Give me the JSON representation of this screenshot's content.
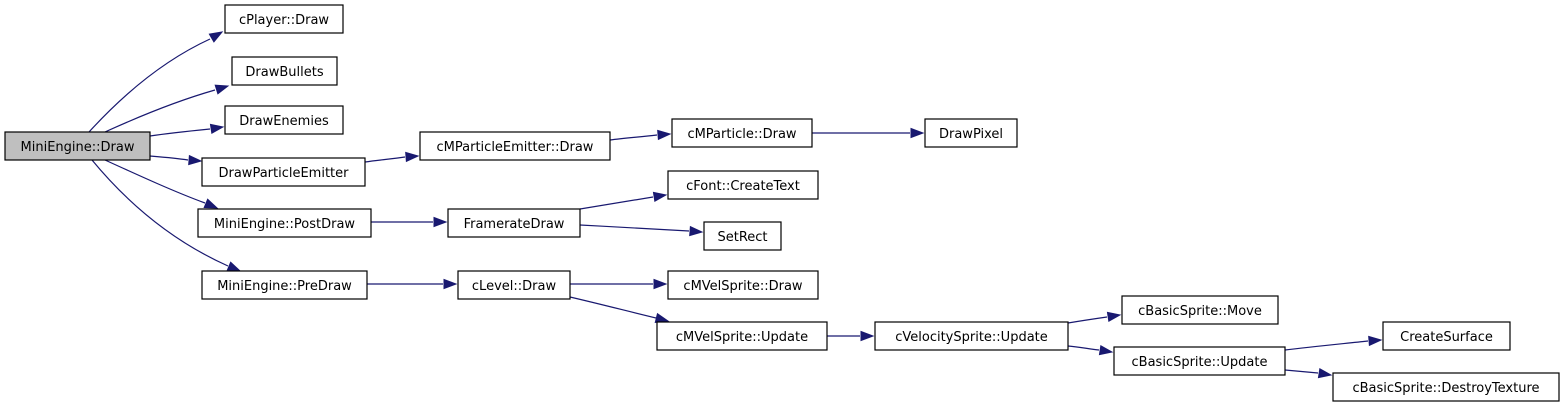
{
  "graph": {
    "edge_color": "#191970",
    "root_fill": "#bfbfbf",
    "nodes": [
      {
        "id": "miniengine-draw",
        "label": "MiniEngine::Draw",
        "root": true
      },
      {
        "id": "cplayer-draw",
        "label": "cPlayer::Draw"
      },
      {
        "id": "drawbullets",
        "label": "DrawBullets"
      },
      {
        "id": "drawenemies",
        "label": "DrawEnemies"
      },
      {
        "id": "drawparticleemitter",
        "label": "DrawParticleEmitter"
      },
      {
        "id": "miniengine-postdraw",
        "label": "MiniEngine::PostDraw"
      },
      {
        "id": "miniengine-predraw",
        "label": "MiniEngine::PreDraw"
      },
      {
        "id": "cmparticleemitter-draw",
        "label": "cMParticleEmitter::Draw"
      },
      {
        "id": "frameratedraw",
        "label": "FramerateDraw"
      },
      {
        "id": "clevel-draw",
        "label": "cLevel::Draw"
      },
      {
        "id": "cmparticle-draw",
        "label": "cMParticle::Draw"
      },
      {
        "id": "drawpixel",
        "label": "DrawPixel"
      },
      {
        "id": "cfont-createtext",
        "label": "cFont::CreateText"
      },
      {
        "id": "setrect",
        "label": "SetRect"
      },
      {
        "id": "cmvelsprite-draw",
        "label": "cMVelSprite::Draw"
      },
      {
        "id": "cmvelsprite-update",
        "label": "cMVelSprite::Update"
      },
      {
        "id": "cvelocitysprite-update",
        "label": "cVelocitySprite::Update"
      },
      {
        "id": "cbasicsprite-move",
        "label": "cBasicSprite::Move"
      },
      {
        "id": "cbasicsprite-update",
        "label": "cBasicSprite::Update"
      },
      {
        "id": "createsurface",
        "label": "CreateSurface"
      },
      {
        "id": "cbasicsprite-destroytexture",
        "label": "cBasicSprite::DestroyTexture"
      }
    ],
    "edges": [
      {
        "from": "miniengine-draw",
        "to": "cplayer-draw"
      },
      {
        "from": "miniengine-draw",
        "to": "drawbullets"
      },
      {
        "from": "miniengine-draw",
        "to": "drawenemies"
      },
      {
        "from": "miniengine-draw",
        "to": "drawparticleemitter"
      },
      {
        "from": "miniengine-draw",
        "to": "miniengine-postdraw"
      },
      {
        "from": "miniengine-draw",
        "to": "miniengine-predraw"
      },
      {
        "from": "drawparticleemitter",
        "to": "cmparticleemitter-draw"
      },
      {
        "from": "cmparticleemitter-draw",
        "to": "cmparticle-draw"
      },
      {
        "from": "cmparticle-draw",
        "to": "drawpixel"
      },
      {
        "from": "miniengine-postdraw",
        "to": "frameratedraw"
      },
      {
        "from": "frameratedraw",
        "to": "cfont-createtext"
      },
      {
        "from": "frameratedraw",
        "to": "setrect"
      },
      {
        "from": "miniengine-predraw",
        "to": "clevel-draw"
      },
      {
        "from": "clevel-draw",
        "to": "cmvelsprite-draw"
      },
      {
        "from": "clevel-draw",
        "to": "cmvelsprite-update"
      },
      {
        "from": "cmvelsprite-update",
        "to": "cvelocitysprite-update"
      },
      {
        "from": "cvelocitysprite-update",
        "to": "cbasicsprite-move"
      },
      {
        "from": "cvelocitysprite-update",
        "to": "cbasicsprite-update"
      },
      {
        "from": "cbasicsprite-update",
        "to": "createsurface"
      },
      {
        "from": "cbasicsprite-update",
        "to": "cbasicsprite-destroytexture"
      }
    ]
  }
}
